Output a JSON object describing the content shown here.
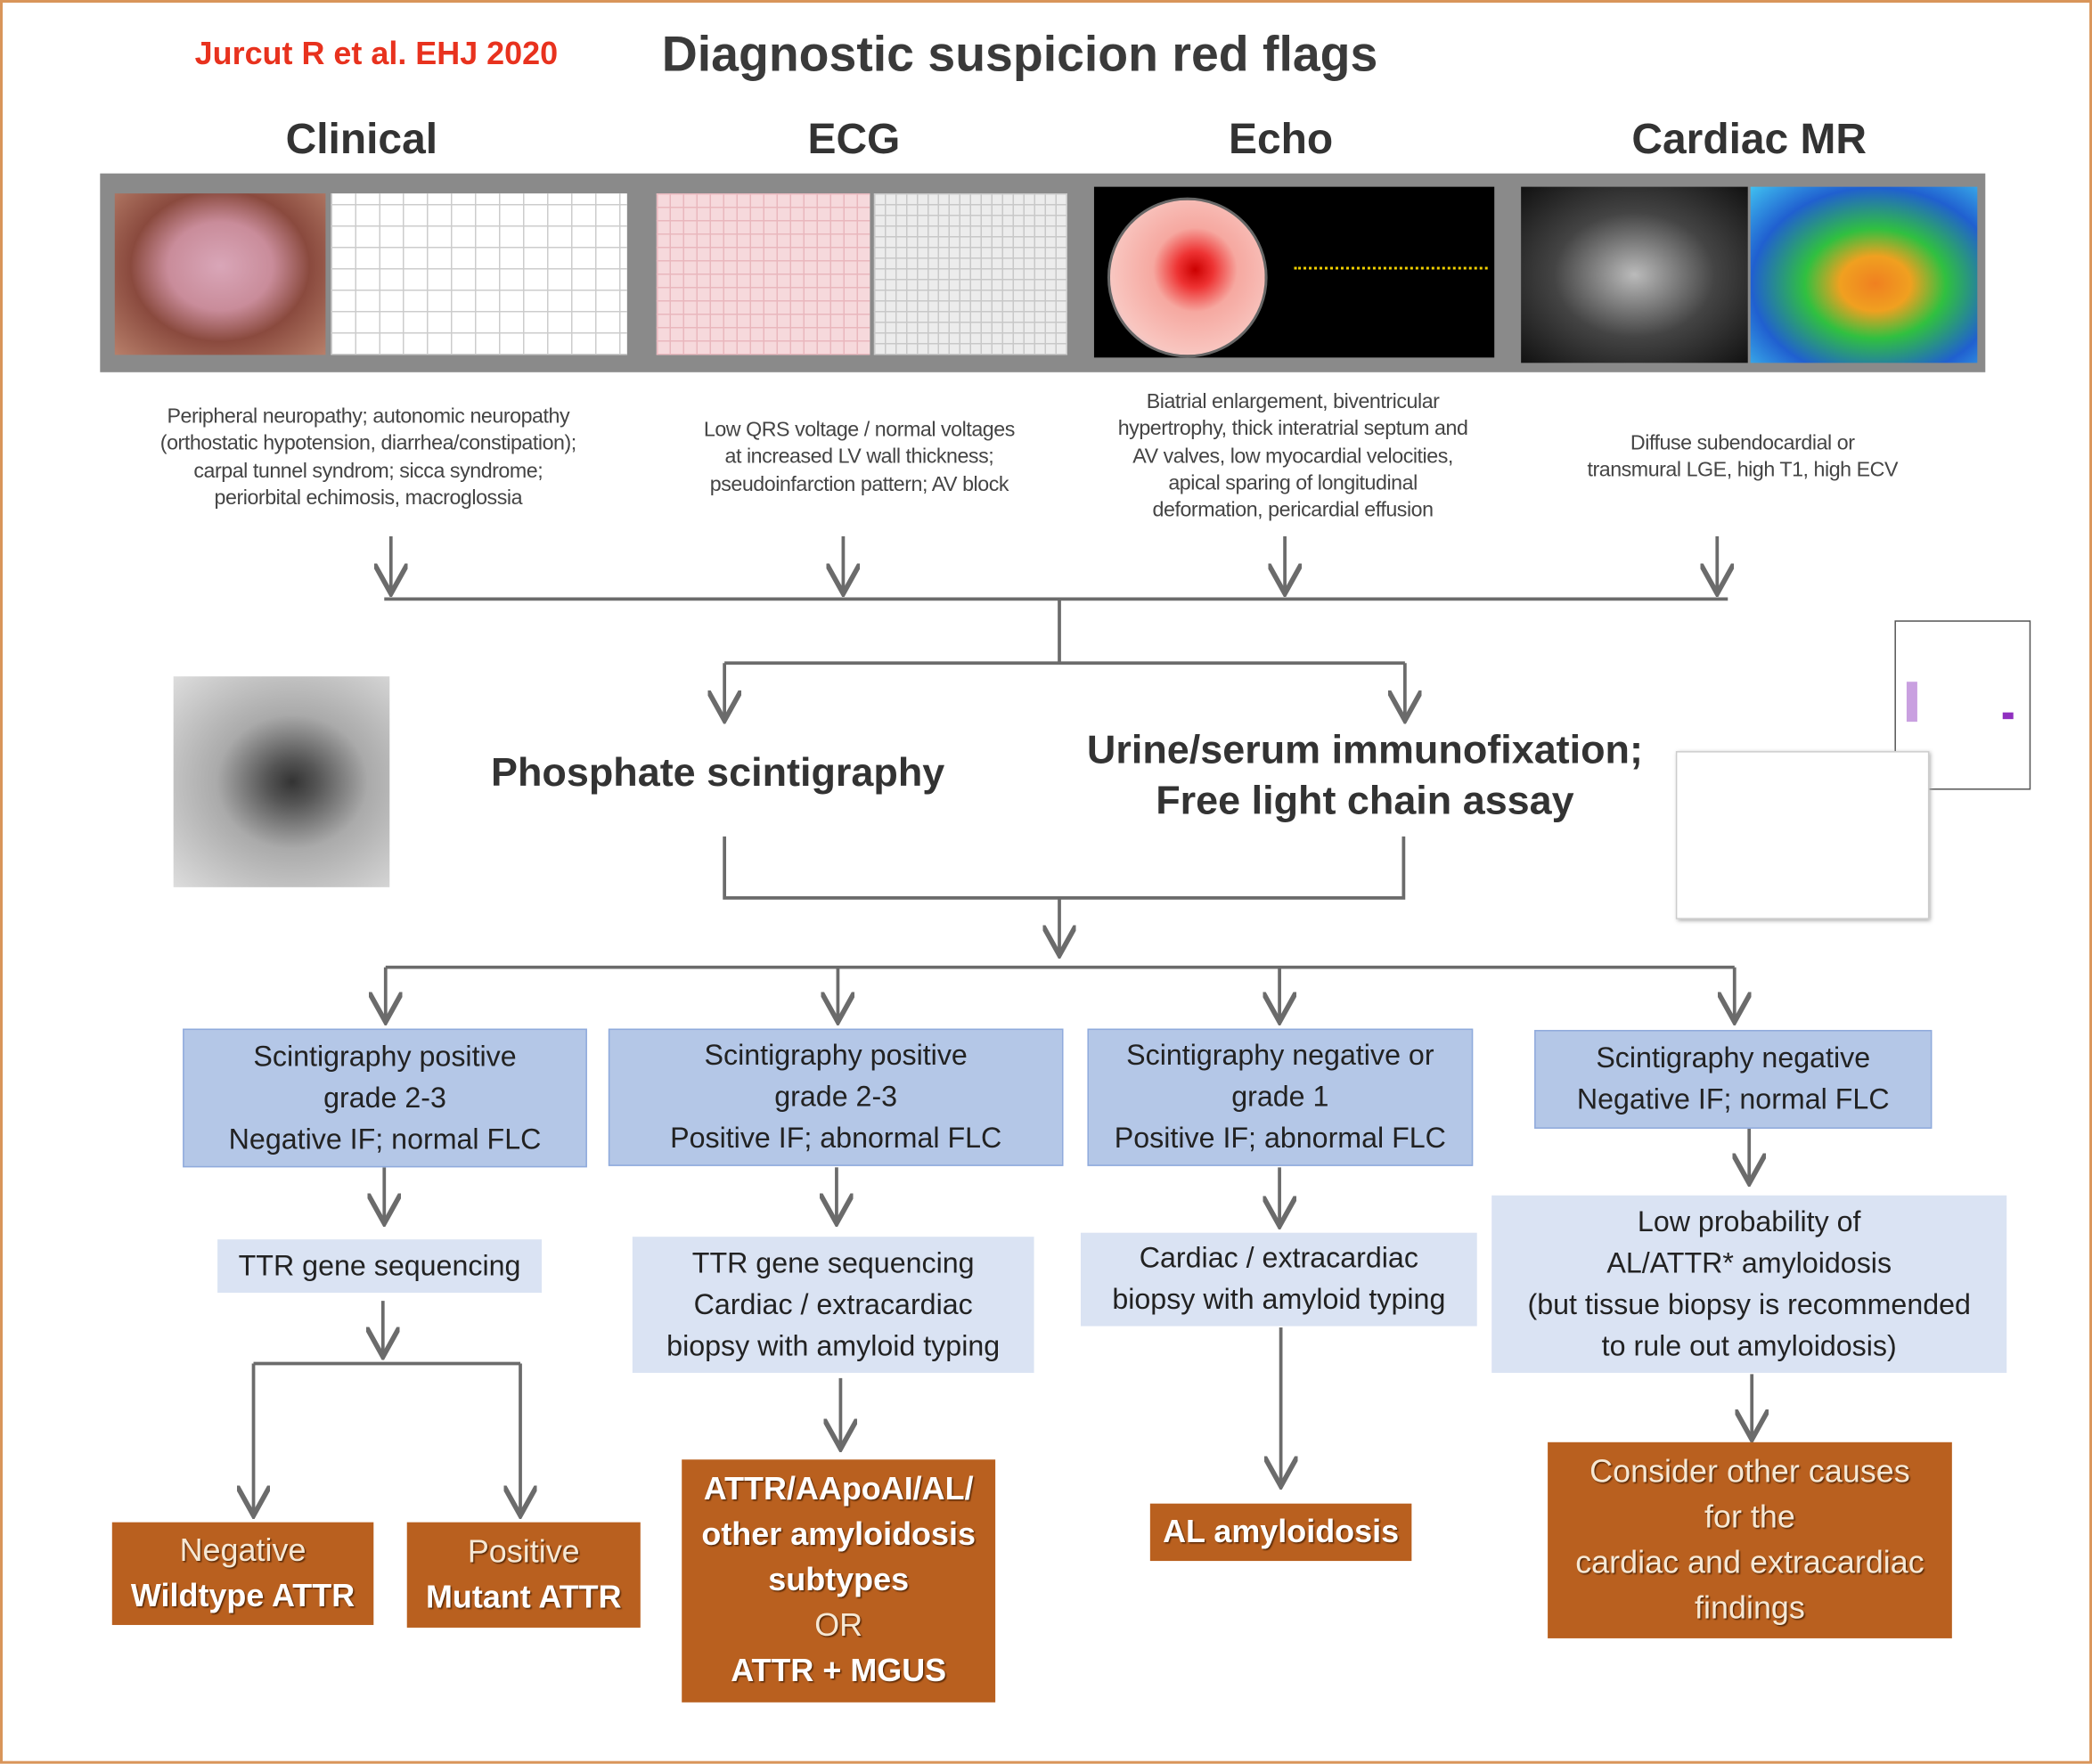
{
  "citation": "Jurcut R et al. EHJ 2020",
  "title": "Diagnostic suspicion red flags",
  "columns": [
    {
      "header": "Clinical",
      "description": [
        "Peripheral neuropathy;  autonomic neuropathy",
        "(orthostatic hypotension,  diarrhea/constipation);",
        "carpal tunnel  syndrom;   sicca syndrome;",
        "periorbital echimosis, macroglossia"
      ]
    },
    {
      "header": "ECG",
      "description": [
        "Low QRS voltage / normal voltages",
        "at increased LV wall thickness;",
        "pseudoinfarction pattern; AV block"
      ]
    },
    {
      "header": "Echo",
      "description": [
        "Biatrial enlargement,  biventricular",
        "hypertrophy,  thick interatrial septum and",
        "AV valves,  low myocardial velocities,",
        "apical sparing of longitudinal",
        "deformation, pericardial effusion"
      ]
    },
    {
      "header": "Cardiac MR",
      "description": [
        "Diffuse subendocardial or",
        "transmural  LGE, high T1, high ECV"
      ]
    }
  ],
  "tests": {
    "left": "Phosphate scintigraphy",
    "right": [
      "Urine/serum immunofixation;",
      "Free light chain assay"
    ]
  },
  "results": [
    [
      "Scintigraphy positive",
      "grade 2-3",
      "Negative IF; normal FLC"
    ],
    [
      "Scintigraphy positive",
      "grade 2-3",
      "Positive IF; abnormal FLC"
    ],
    [
      "Scintigraphy negative or",
      "grade 1",
      "Positive IF; abnormal FLC"
    ],
    [
      "Scintigraphy negative",
      "Negative IF; normal FLC"
    ]
  ],
  "next_steps": [
    [
      "TTR gene sequencing"
    ],
    [
      "TTR gene sequencing",
      "Cardiac / extracardiac",
      "biopsy with amyloid typing"
    ],
    [
      "Cardiac / extracardiac",
      "biopsy with amyloid typing"
    ],
    [
      "Low probability of",
      "AL/ATTR* amyloidosis",
      "(but tissue biopsy is recommended",
      "to rule out amyloidosis)"
    ]
  ],
  "outcomes": {
    "negative": {
      "line1": "Negative",
      "line2": "Wildtype ATTR"
    },
    "positive": {
      "line1": "Positive",
      "line2": "Mutant ATTR"
    },
    "subtypes": [
      "ATTR/AApoAI/AL/",
      "other amyloidosis",
      "subtypes",
      "OR",
      "ATTR + MGUS"
    ],
    "al": "AL amyloidosis",
    "other": [
      "Consider other causes",
      "for the",
      "cardiac and extracardiac",
      "findings"
    ]
  },
  "colors": {
    "citation": "#e8321e",
    "result_box": "#b4c7e7",
    "step_box": "#dae3f3",
    "outcome_box": "#b9601f",
    "frame": "#d9955a"
  }
}
